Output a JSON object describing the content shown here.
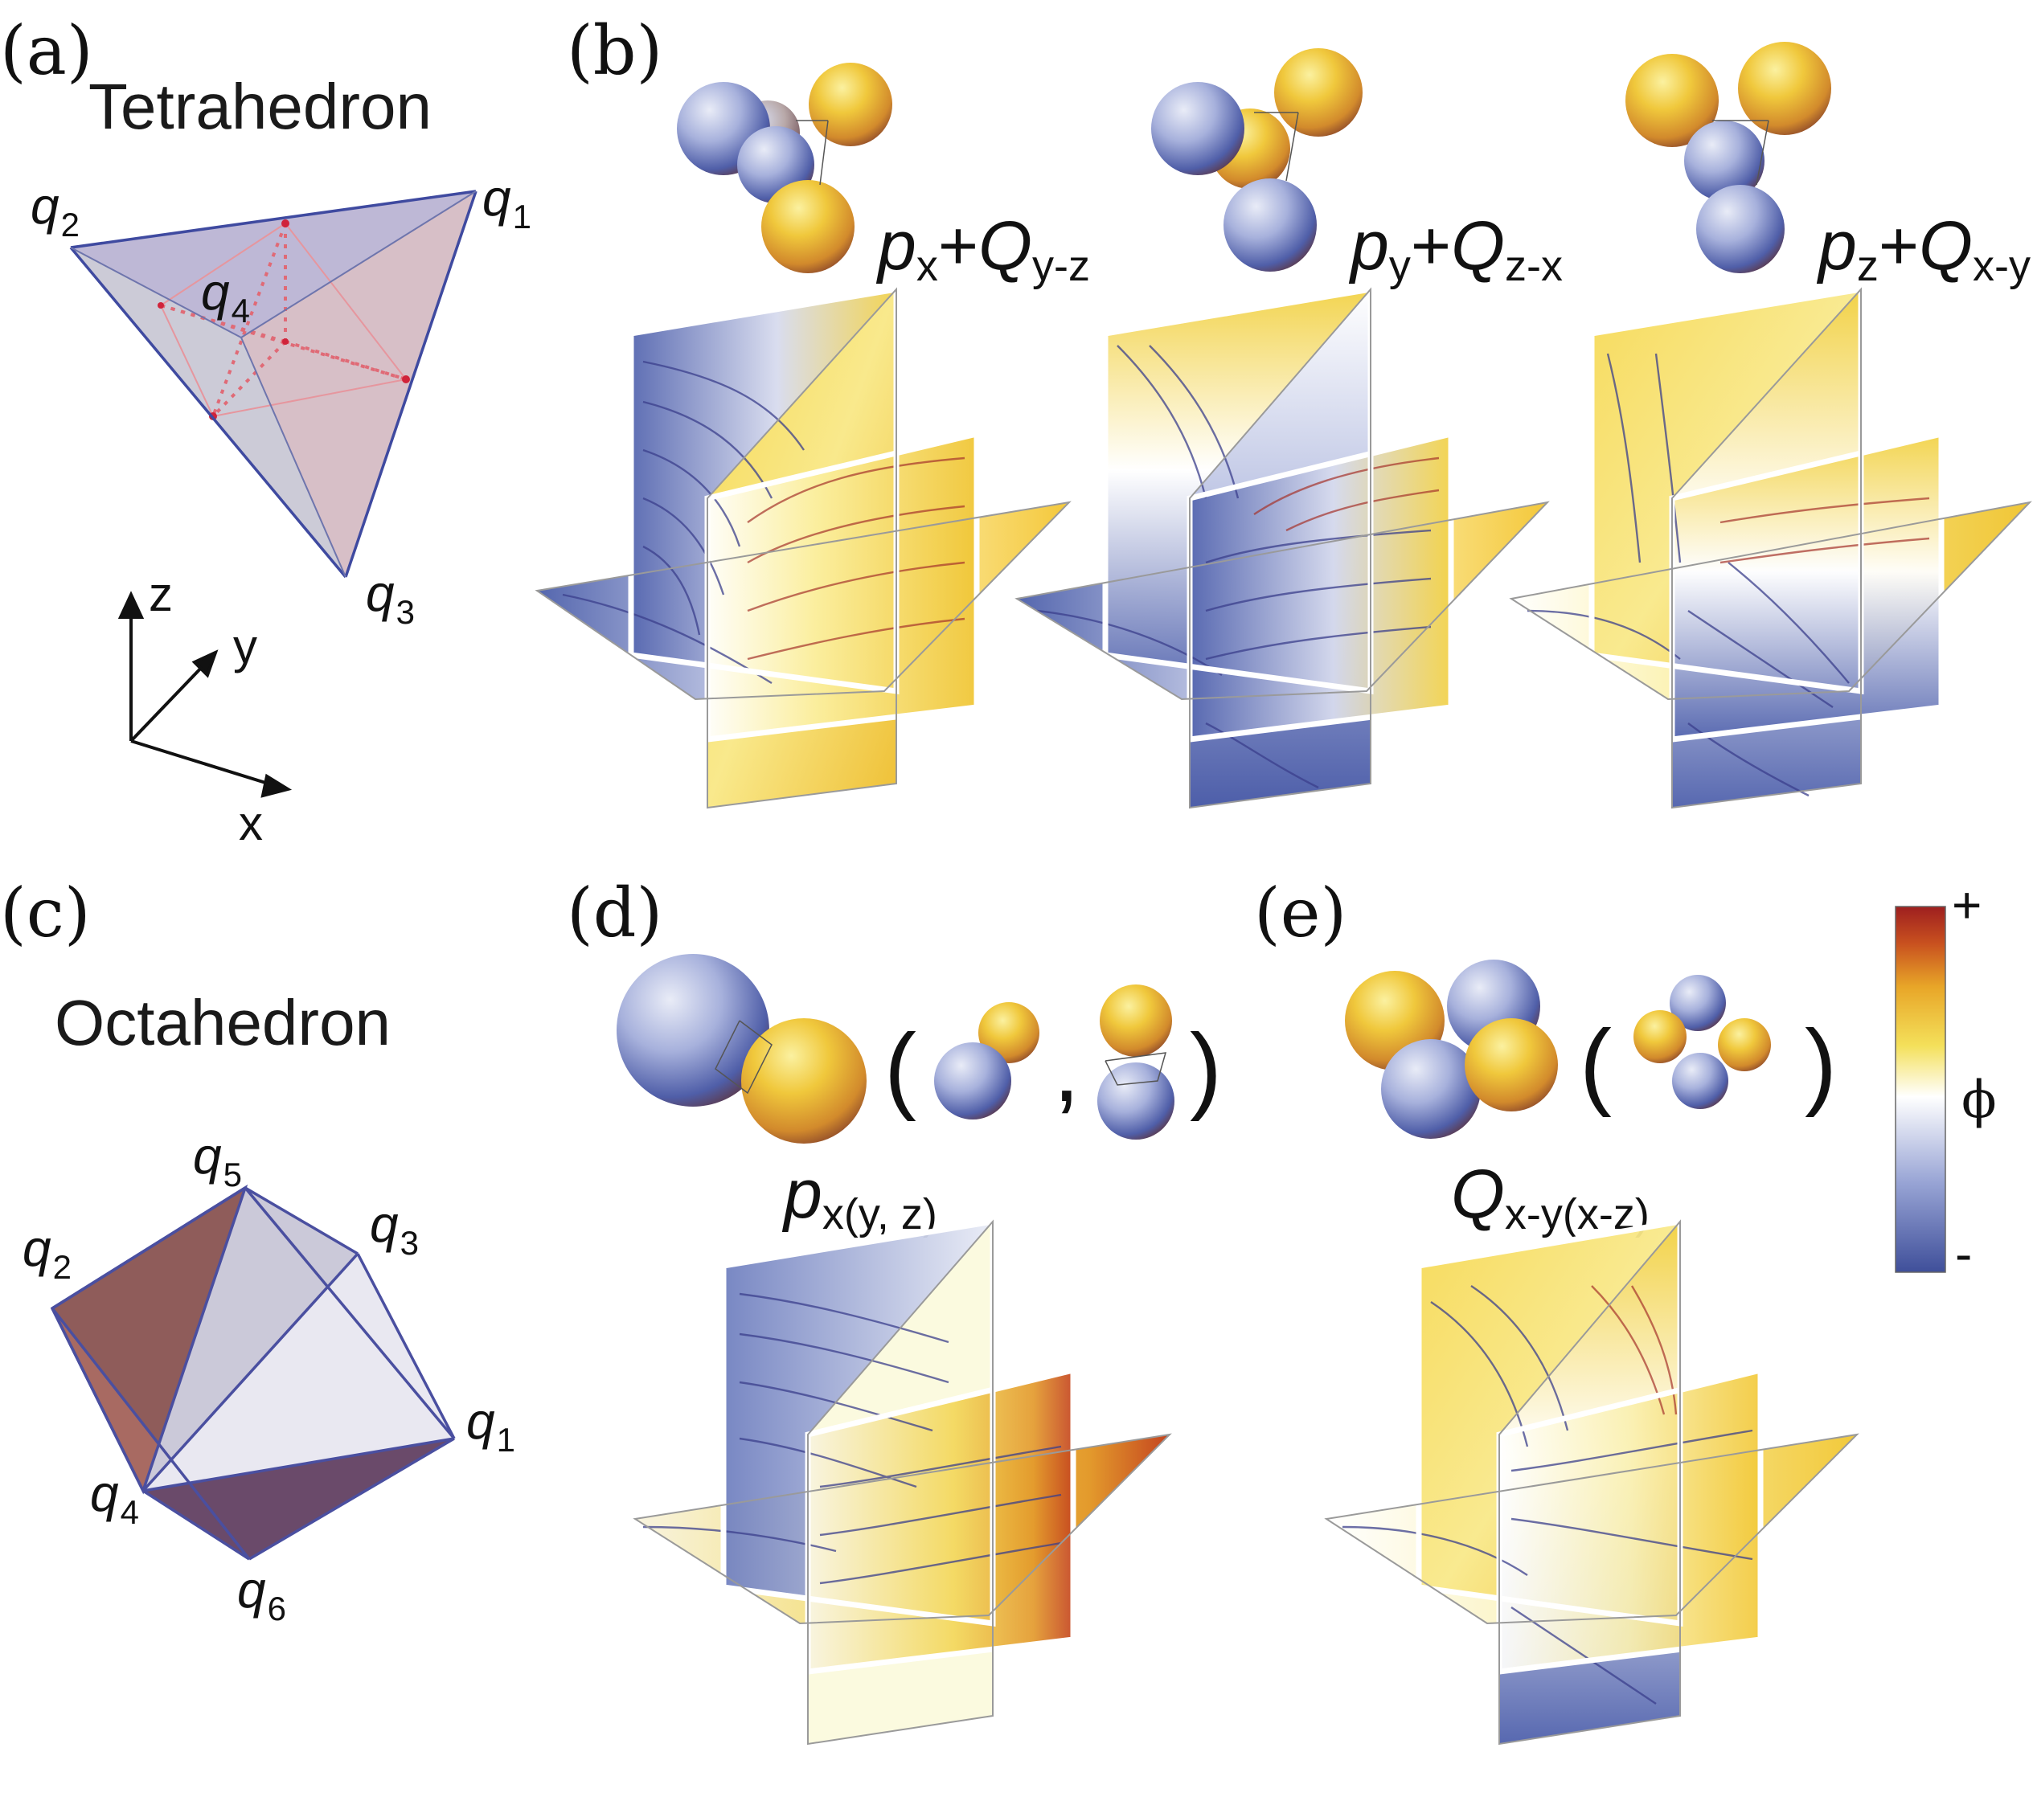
{
  "panels": {
    "a": {
      "label": "(a)",
      "title": "Tetrahedron",
      "vertices": [
        {
          "name": "q",
          "sub": "1"
        },
        {
          "name": "q",
          "sub": "2"
        },
        {
          "name": "q",
          "sub": "3"
        },
        {
          "name": "q",
          "sub": "4"
        }
      ],
      "axes": {
        "z": "z",
        "y": "y",
        "x": "x"
      }
    },
    "b": {
      "label": "(b)",
      "formulas": [
        {
          "p": "p",
          "psub": "x",
          "plus": "+",
          "q": "Q",
          "qsub": "y-z"
        },
        {
          "p": "p",
          "psub": "y",
          "plus": "+",
          "q": "Q",
          "qsub": "z-x"
        },
        {
          "p": "p",
          "psub": "z",
          "plus": "+",
          "q": "Q",
          "qsub": "x-y"
        }
      ]
    },
    "c": {
      "label": "(c)",
      "title": "Octahedron",
      "vertices": [
        {
          "name": "q",
          "sub": "1"
        },
        {
          "name": "q",
          "sub": "2"
        },
        {
          "name": "q",
          "sub": "3"
        },
        {
          "name": "q",
          "sub": "4"
        },
        {
          "name": "q",
          "sub": "5"
        },
        {
          "name": "q",
          "sub": "6"
        }
      ]
    },
    "d": {
      "label": "(d)",
      "formula": {
        "main": "p",
        "sub": "x(y, z)"
      },
      "paren_open": "(",
      "comma": ",",
      "paren_close": ")"
    },
    "e": {
      "label": "(e)",
      "formula": {
        "main": "Q",
        "sub": "x-y(x-z)"
      },
      "paren_open": "(",
      "paren_close": ")"
    }
  },
  "colorbar": {
    "top": "+",
    "bottom": "-",
    "label": "ϕ",
    "colors": [
      "#3f4f9a",
      "#9aa6d6",
      "#ffffff",
      "#f4e05a",
      "#e8a628",
      "#c8501f",
      "#9e1f1f"
    ]
  }
}
